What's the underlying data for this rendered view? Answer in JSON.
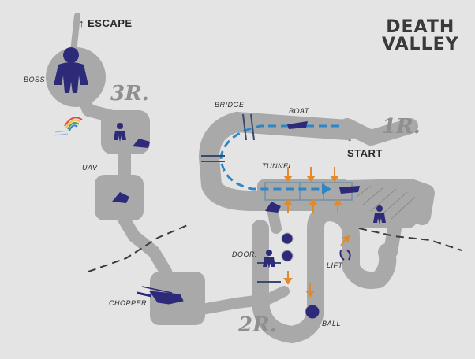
{
  "title": {
    "line1": "DEATH",
    "line2": "VALLEY"
  },
  "rooms": {
    "r1": "1R.",
    "r2": "2R.",
    "r3": "3R."
  },
  "labels": {
    "escape": "ESCAPE",
    "boss": "BOSS",
    "bridge": "BRIDGE",
    "boat": "BOAT",
    "start": "START",
    "tunnel": "TUNNEL",
    "uav": "UAV",
    "door": "DOOR.",
    "lift": "LIFT",
    "chopper": "CHOPPER",
    "ball": "BALL"
  },
  "colors": {
    "background": "#e4e4e4",
    "path": "#a9a9a9",
    "unit": "#2e2a7a",
    "flow_arrow": "#2d86c6",
    "hazard_arrow": "#e08a2e",
    "boundary": "#3b3b3b"
  },
  "icons": [
    "up-arrow-icon",
    "boss-figure-icon",
    "rainbow-icon",
    "soldier-icon",
    "tank-icon",
    "uav-icon",
    "boat-icon",
    "helicopter-icon",
    "ball-icon",
    "lift-icon"
  ]
}
